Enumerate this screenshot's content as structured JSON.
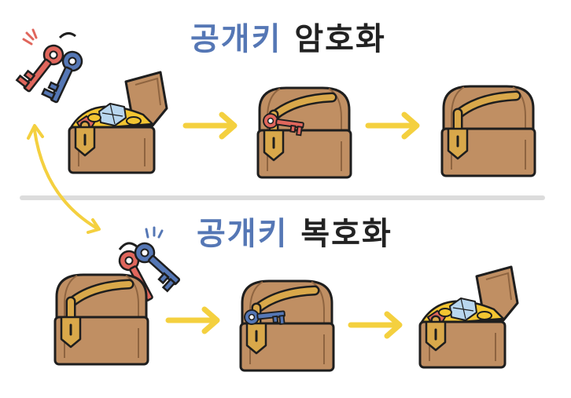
{
  "encryption": {
    "title_key_word": "공개키",
    "title_operation_word": "암호화"
  },
  "decryption": {
    "title_key_word": "공개키",
    "title_operation_word": "복호화"
  },
  "colors": {
    "chest_wood": "#c08f63",
    "chest_band": "#d9a84a",
    "outline": "#1e1e1e",
    "arrow": "#f4d03f",
    "public_key": "#e0665c",
    "private_key": "#5577b5",
    "divider": "#dcdcdc",
    "gold": "#f3c531",
    "gem": "#b8d6ee"
  },
  "icons": {
    "key_pair": "key-pair-icon",
    "open_chest": "open-chest-icon",
    "locked_chest": "locked-chest-icon",
    "closed_chest": "closed-chest-icon",
    "flow_arrow": "right-arrow-icon",
    "link_arrow": "double-arrow-icon"
  }
}
